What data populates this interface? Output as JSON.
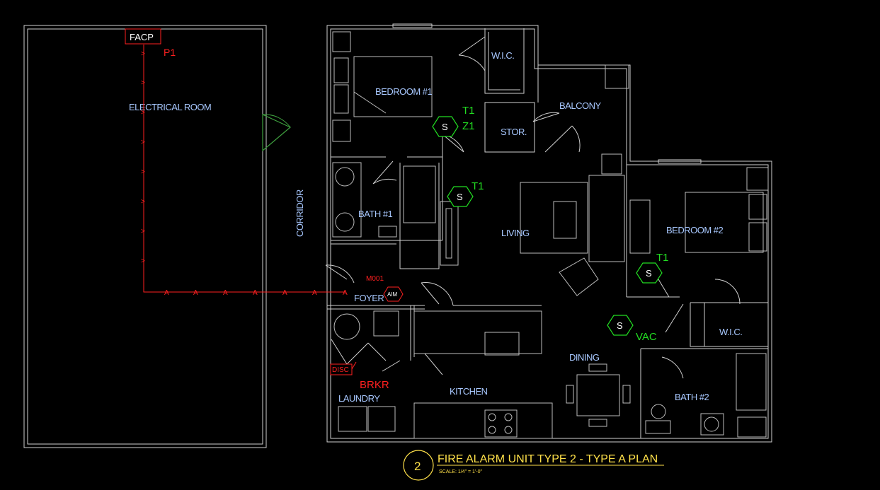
{
  "rooms": {
    "electrical_room": "ELECTRICAL ROOM",
    "corridor": "CORRIDOR",
    "wic1": "W.I.C.",
    "bedroom1": "BEDROOM #1",
    "balcony": "BALCONY",
    "stor": "STOR.",
    "bath1": "BATH #1",
    "living": "LIVING",
    "bedroom2": "BEDROOM #2",
    "foyer": "FOYER",
    "wic2": "W.I.C.",
    "dining": "DINING",
    "kitchen": "KITCHEN",
    "laundry": "LAUNDRY",
    "bath2": "BATH #2"
  },
  "devices": {
    "facp": "FACP",
    "p1": "P1",
    "m001": "M001",
    "aim": "AIM",
    "disc": "DISC",
    "brkr": "BRKR",
    "smoke": "S",
    "t1_a": "T1",
    "z1": "Z1",
    "t1_b": "T1",
    "t1_c": "T1",
    "vac": "VAC",
    "conduit_arrow": ">",
    "conduit_a": "A"
  },
  "title_block": {
    "number": "2",
    "title": "FIRE ALARM UNIT TYPE 2 - TYPE A PLAN",
    "scale": "SCALE: 1/4\" = 1'-0\""
  },
  "colors": {
    "background": "#000000",
    "room_text": "#a8c8ff",
    "device_red": "#ff2020",
    "device_green": "#22dd22",
    "title_yellow": "#ffe14a",
    "walls": "#cfcfcf"
  }
}
